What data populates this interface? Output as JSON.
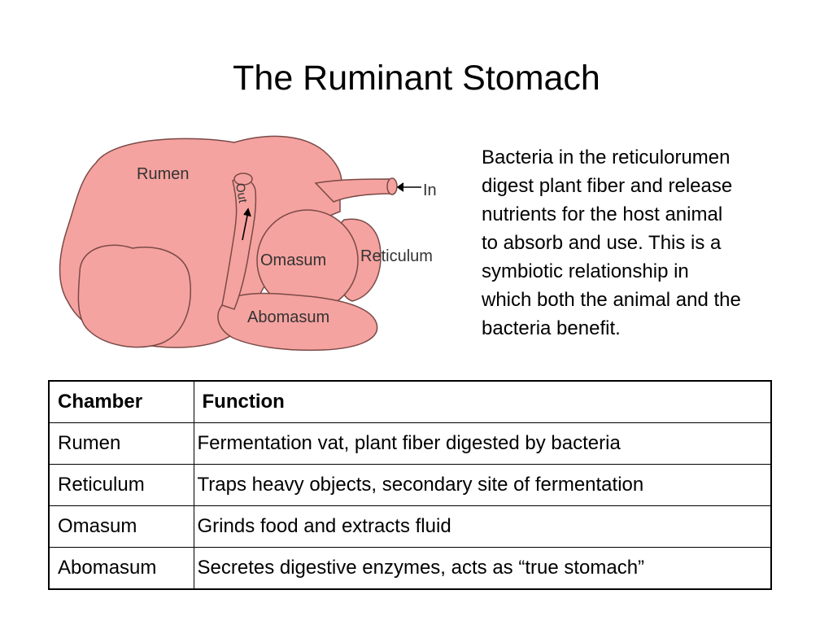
{
  "title": "The Ruminant Stomach",
  "diagram": {
    "labels": {
      "rumen": "Rumen",
      "in": "In",
      "out": "Out",
      "omasum": "Omasum",
      "reticulum": "Reticulum",
      "abomasum": "Abomasum"
    },
    "colors": {
      "fill": "#f5a3a0",
      "outline": "#7a4a48"
    }
  },
  "description": "Bacteria in the reticulorumen\ndigest plant fiber and release\nnutrients for the host animal\nto absorb and use.  This is a\nsymbiotic relationship in\nwhich both the animal and the\nbacteria benefit.",
  "table": {
    "headers": [
      "Chamber",
      "Function"
    ],
    "rows": [
      {
        "chamber": "Rumen",
        "function": "Fermentation vat, plant fiber digested by bacteria"
      },
      {
        "chamber": "Reticulum",
        "function": "Traps heavy objects, secondary site of fermentation"
      },
      {
        "chamber": "Omasum",
        "function": "Grinds food and extracts fluid"
      },
      {
        "chamber": "Abomasum",
        "function": "Secretes digestive enzymes, acts as “true stomach”"
      }
    ]
  }
}
